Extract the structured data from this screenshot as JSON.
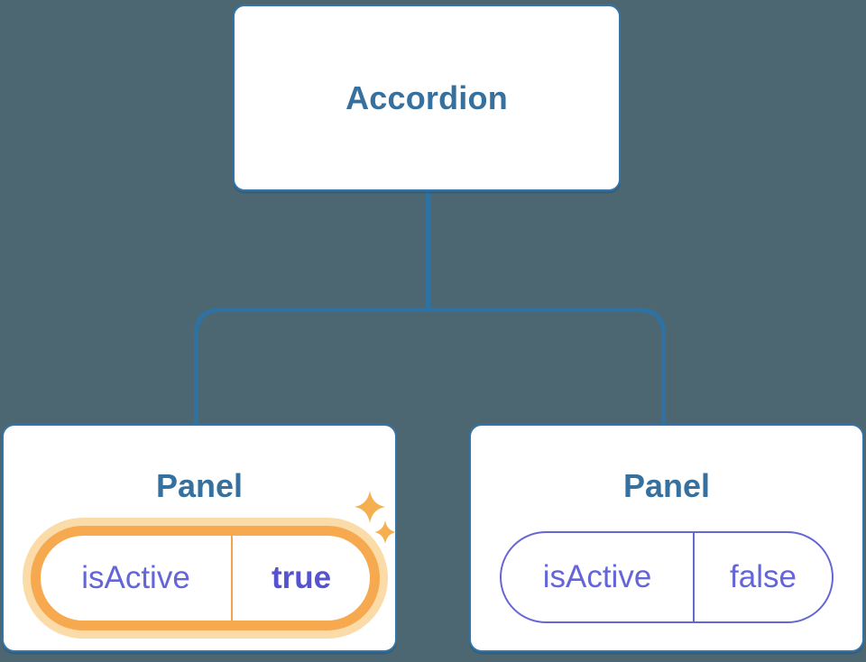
{
  "diagram": {
    "title": "Accordion component tree with isActive state",
    "root": {
      "label": "Accordion"
    },
    "panels": [
      {
        "label": "Panel",
        "prop": {
          "name": "isActive",
          "value": "true"
        },
        "active": true,
        "decoration": "sparkle-icon"
      },
      {
        "label": "Panel",
        "prop": {
          "name": "isActive",
          "value": "false"
        },
        "active": false
      }
    ]
  },
  "colors": {
    "background": "#4C6771",
    "node_fill": "#FFFFFF",
    "node_border": "#3474A8",
    "connector_line": "#2E71A3",
    "title_text": "#35709E",
    "state_text": "#6365D8",
    "state_value_active_text": "#5553CF",
    "highlight_border": "#F6A94F",
    "highlight_halo": "#FBDCA9",
    "sparkle": "#F5AF4F",
    "inactive_pill_border": "#6767D3"
  }
}
